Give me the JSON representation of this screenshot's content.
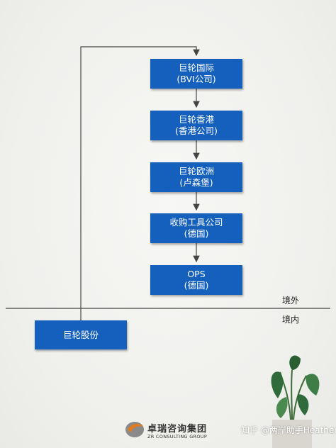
{
  "diagram": {
    "nodes": [
      {
        "id": "bvi",
        "line1": "巨轮国际",
        "line2": "(BVI公司)"
      },
      {
        "id": "hk",
        "line1": "巨轮香港",
        "line2": "(香港公司)"
      },
      {
        "id": "eu",
        "line1": "巨轮欧洲",
        "line2": "(卢森堡)"
      },
      {
        "id": "acq",
        "line1": "收购工具公司",
        "line2": "(德国)"
      },
      {
        "id": "ops",
        "line1": "OPS",
        "line2": "(德国)"
      },
      {
        "id": "parent",
        "line1": "巨轮股份"
      }
    ],
    "regions": {
      "offshore": "境外",
      "onshore": "境内"
    }
  },
  "footer": {
    "logo_name": "卓瑞咨询集团",
    "logo_sub": "ZR CONSULTING GROUP",
    "watermark": "知乎 @两岸助手Heather"
  },
  "colors": {
    "box": "#1560bd",
    "line": "#444444",
    "plant_leaf": "#2f6b3a"
  }
}
